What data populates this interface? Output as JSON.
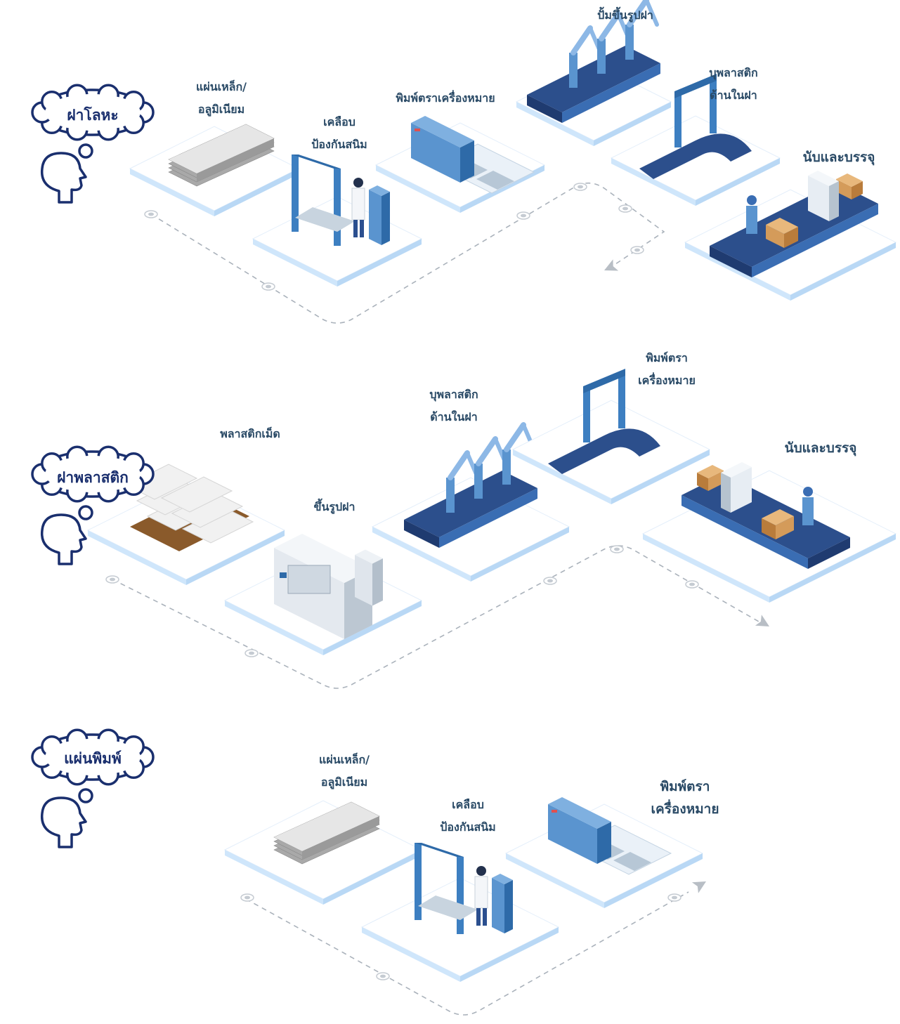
{
  "colors": {
    "platform_top": "#ffffff",
    "platform_edge": "#cfe6fb",
    "machine_blue": "#3d7fc1",
    "machine_dark": "#214a86",
    "conveyor": "#2c4f8c",
    "path": "#aab2bb",
    "outline": "#1a2f6e",
    "label": "#2a4a66"
  },
  "rows": [
    {
      "bubble": "ฝาโลหะ",
      "steps": [
        {
          "name": "metal-sheet",
          "label": "แผ่นเหล็ก/\nอลูมิเนียม"
        },
        {
          "name": "rust-coating",
          "label": "เคลือบ\nป้องกันสนิม"
        },
        {
          "name": "logo-printing",
          "label": "พิมพ์ตราเครื่องหมาย"
        },
        {
          "name": "cap-stamping",
          "label": "ปั้มขึ้นรูปฝา"
        },
        {
          "name": "plastic-lining",
          "label": "บุพลาสติก\nด้านในฝา"
        },
        {
          "name": "count-pack",
          "label": "นับและบรรจุ"
        }
      ]
    },
    {
      "bubble": "ฝาพลาสติก",
      "steps": [
        {
          "name": "plastic-pellets",
          "label": "พลาสติกเม็ด"
        },
        {
          "name": "cap-molding",
          "label": "ขึ้นรูปฝา"
        },
        {
          "name": "plastic-lining",
          "label": "บุพลาสติก\nด้านในฝา"
        },
        {
          "name": "logo-printing",
          "label": "พิมพ์ตรา\nเครื่องหมาย"
        },
        {
          "name": "count-pack",
          "label": "นับและบรรจุ"
        }
      ]
    },
    {
      "bubble": "แผ่นพิมพ์",
      "steps": [
        {
          "name": "metal-sheet",
          "label": "แผ่นเหล็ก/\nอลูมิเนียม"
        },
        {
          "name": "rust-coating",
          "label": "เคลือบ\nป้องกันสนิม"
        },
        {
          "name": "logo-printing",
          "label": "พิมพ์ตรา\nเครื่องหมาย"
        }
      ]
    }
  ]
}
